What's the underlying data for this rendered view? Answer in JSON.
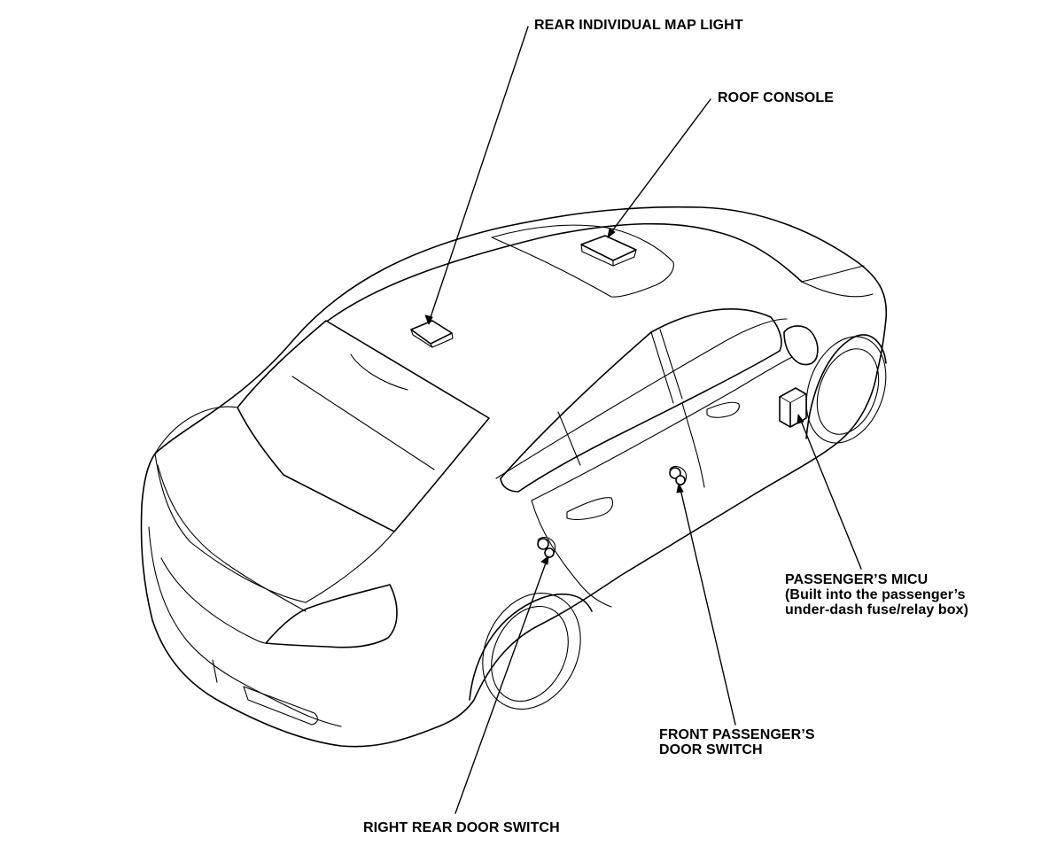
{
  "callouts": {
    "rear_map_light": "REAR INDIVIDUAL MAP LIGHT",
    "roof_console": "ROOF CONSOLE",
    "passenger_micu": {
      "line1": "PASSENGER’S MICU",
      "line2": "(Built into the passenger’s",
      "line3": "under-dash fuse/relay box)"
    },
    "front_door_switch": {
      "line1": "FRONT PASSENGER’S",
      "line2": "DOOR SWITCH"
    },
    "rear_door_switch": "RIGHT REAR DOOR SWITCH"
  },
  "colors": {
    "line": "#000000",
    "background": "#ffffff"
  }
}
